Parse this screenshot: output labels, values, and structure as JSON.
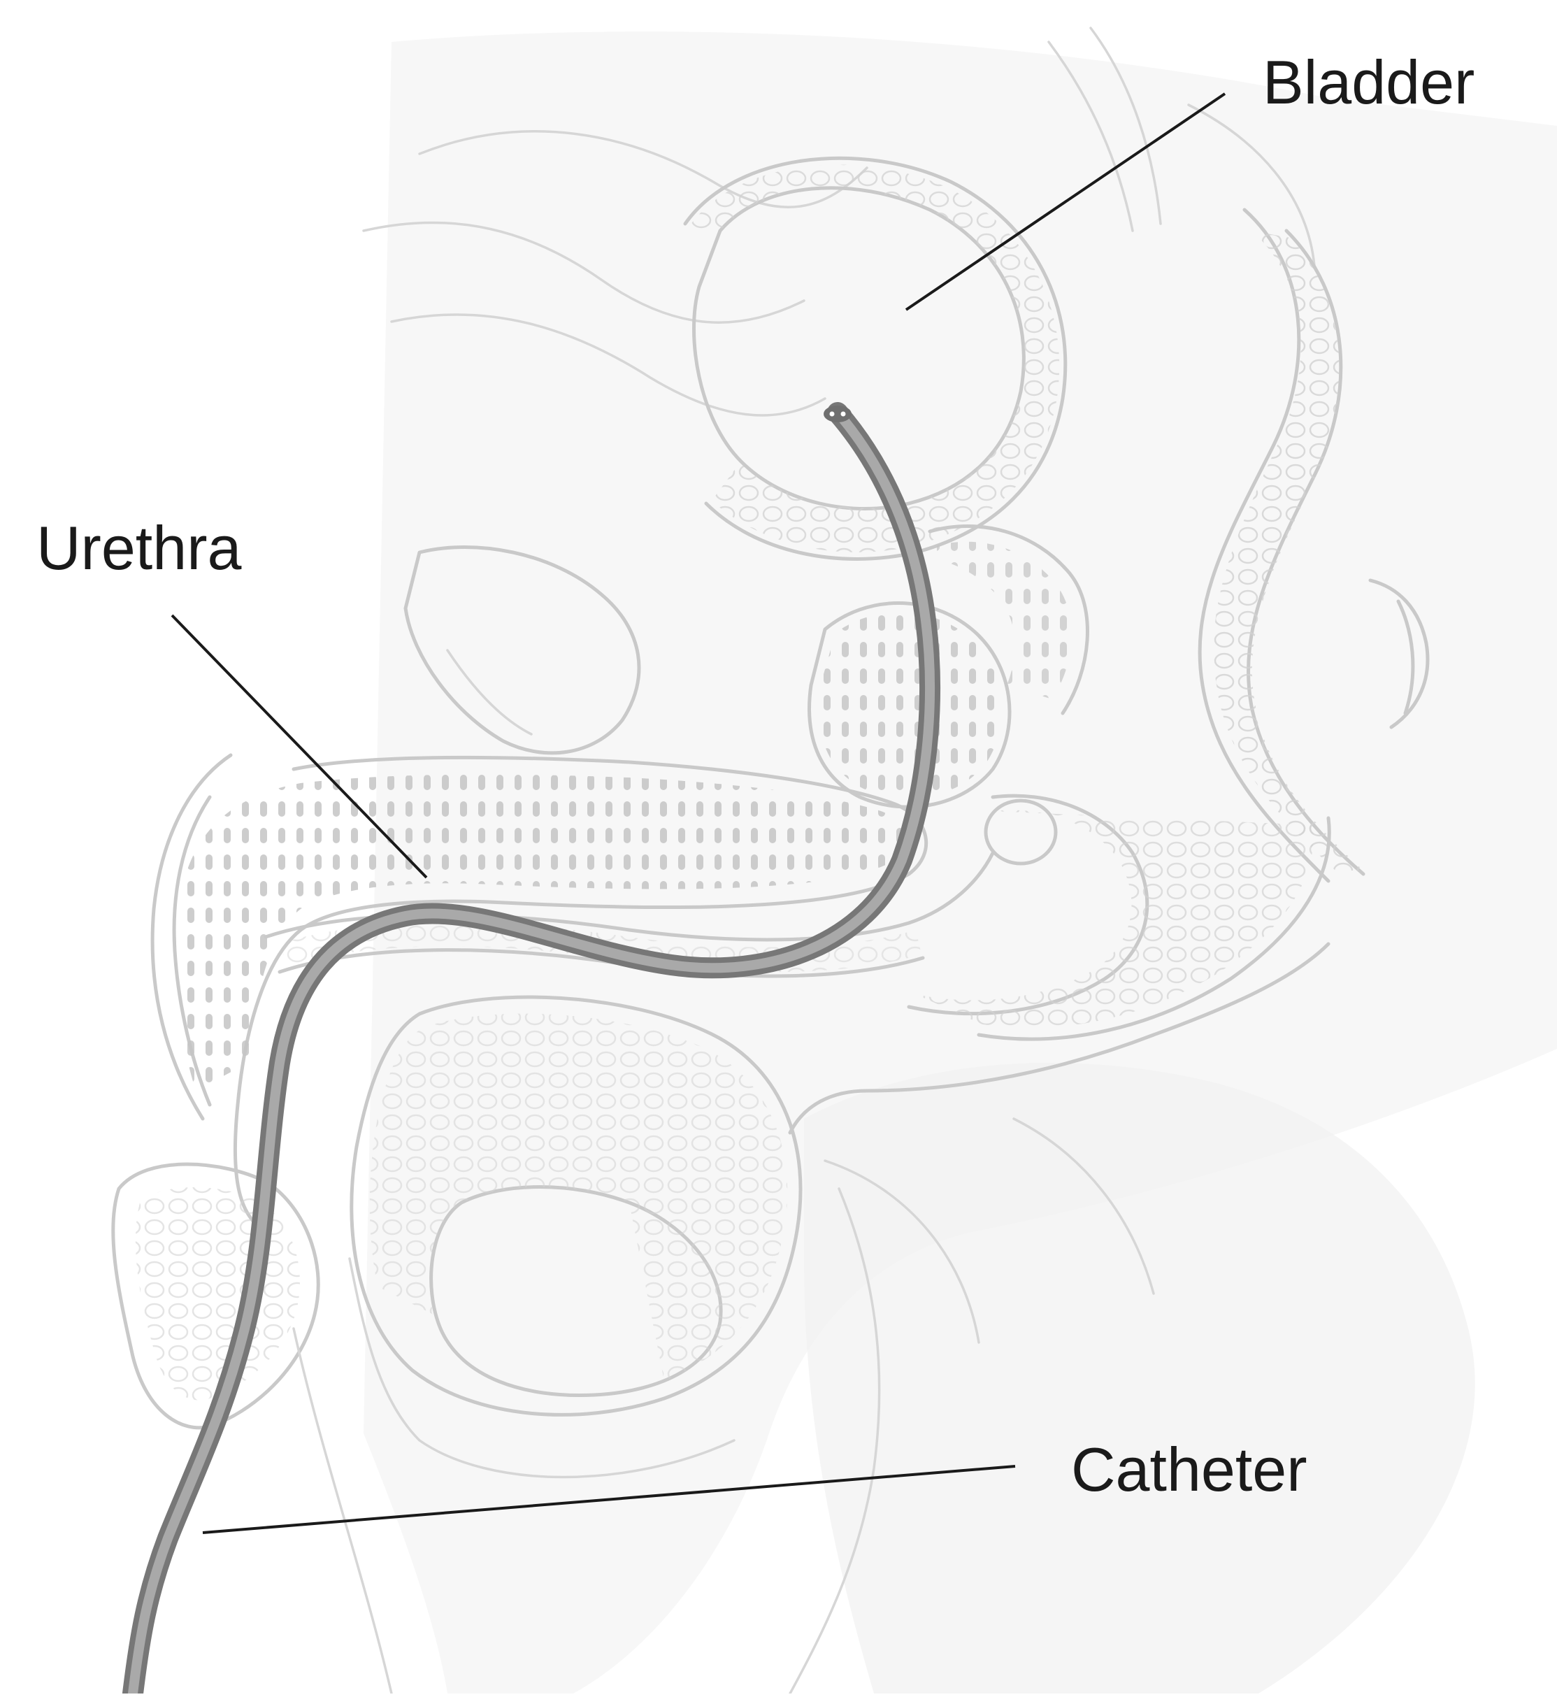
{
  "labels": {
    "bladder": "Bladder",
    "urethra": "Urethra",
    "catheter": "Catheter"
  },
  "colors": {
    "background": "#ffffff",
    "anatomy_line": "#c9c9c9",
    "catheter": "#8a8a8a",
    "leader_line": "#1a1a1a",
    "label_text": "#1a1a1a"
  }
}
